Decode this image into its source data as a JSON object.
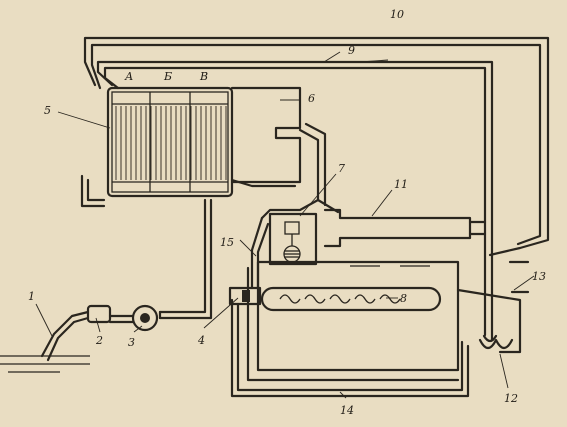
{
  "diagram": {
    "sections": {
      "a": "А",
      "b": "Б",
      "v": "В"
    },
    "callouts": {
      "n1": "1",
      "n2": "2",
      "n3": "3",
      "n4": "4",
      "n5": "5",
      "n6": "6",
      "n7": "7",
      "n8": "8",
      "n9": "9",
      "n10": "10",
      "n11": "11",
      "n12": "12",
      "n13": "13",
      "n14": "14",
      "n15": "15"
    },
    "colors": {
      "ink": "#2a261f",
      "paper": "#e9ddc2"
    }
  }
}
